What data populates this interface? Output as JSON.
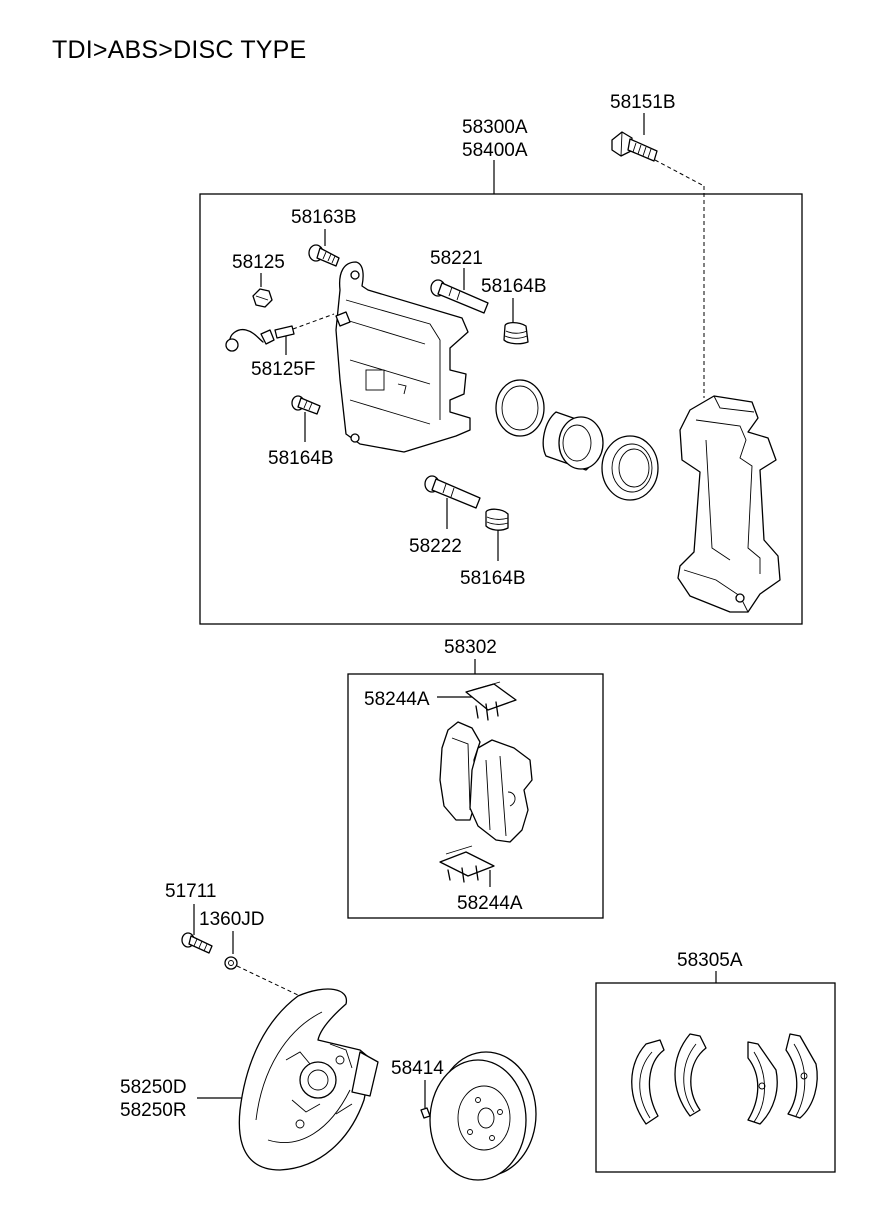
{
  "diagram": {
    "title": "TDI>ABS>DISC TYPE",
    "labels": {
      "l58151B": "58151B",
      "l58300A": "58300A",
      "l58400A": "58400A",
      "l58163B": "58163B",
      "l58221": "58221",
      "l58125": "58125",
      "l58164B_a": "58164B",
      "l58125F": "58125F",
      "l58164B_b": "58164B",
      "l58222": "58222",
      "l58164B_c": "58164B",
      "l58302": "58302",
      "l58244A_a": "58244A",
      "l58244A_b": "58244A",
      "l51711": "51711",
      "l1360JD": "1360JD",
      "l58305A": "58305A",
      "l58414": "58414",
      "l58250D": "58250D",
      "l58250R": "58250R"
    }
  }
}
